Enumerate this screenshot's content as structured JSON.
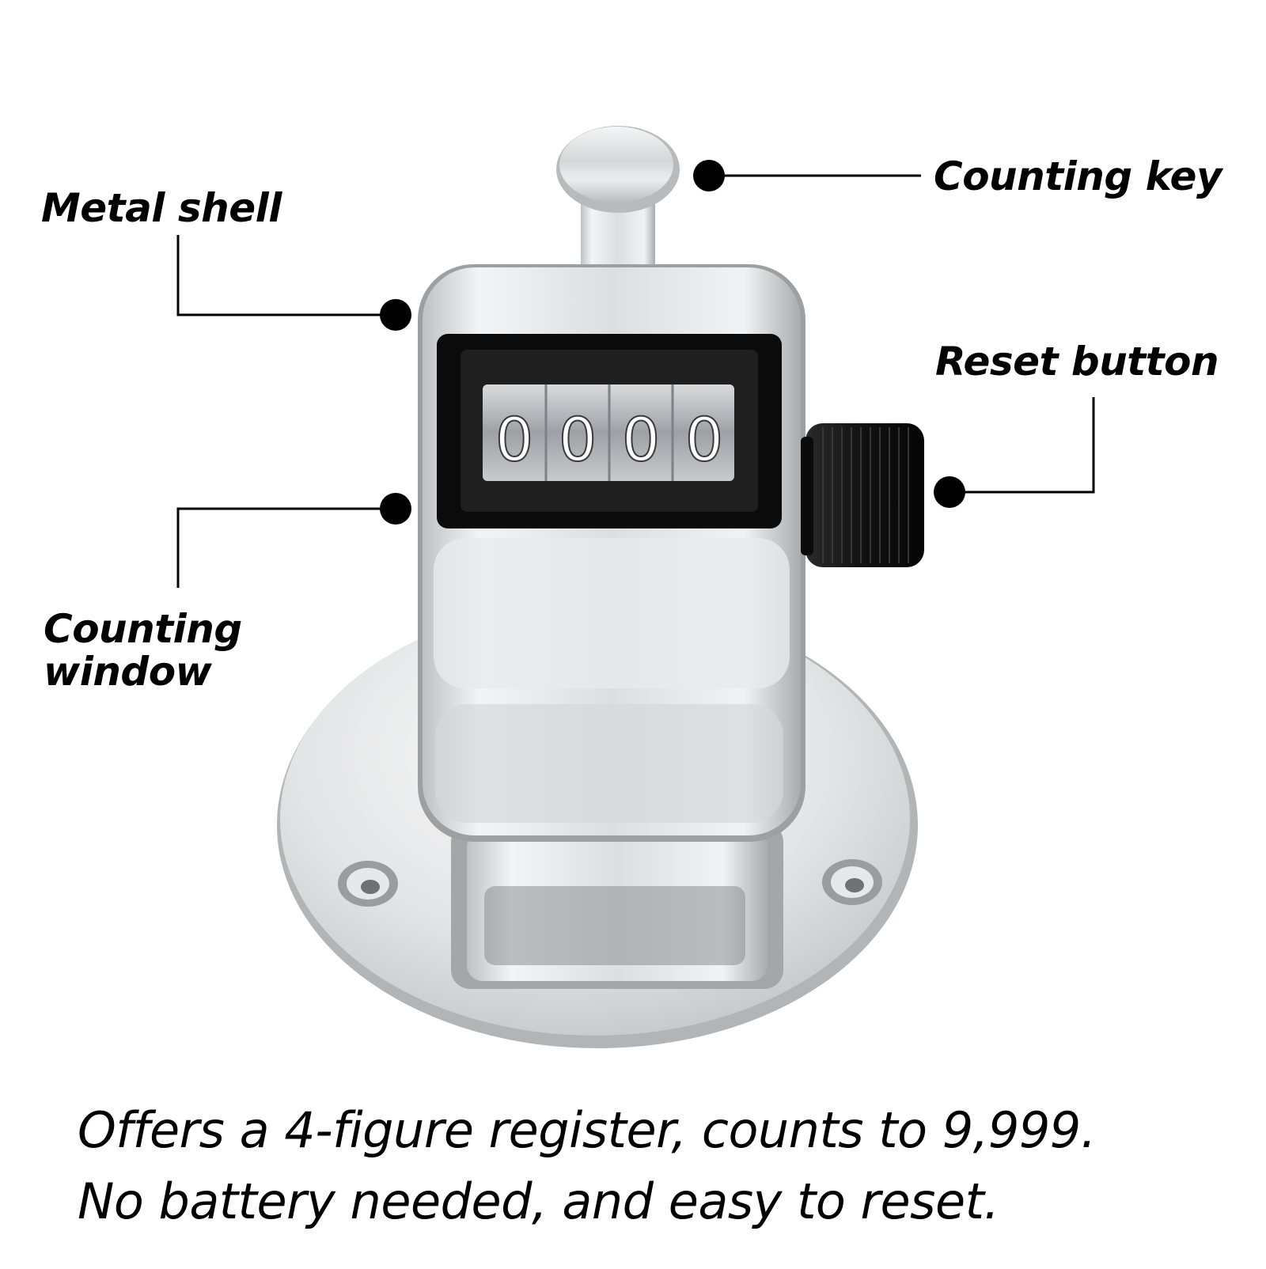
{
  "callouts": {
    "metal_shell": "Metal shell",
    "counting_key": "Counting key",
    "reset_button": "Reset button",
    "counting_window": "Counting window"
  },
  "counter": {
    "digits": [
      "0",
      "0",
      "0",
      "0"
    ]
  },
  "caption": {
    "line1": "Offers a 4-figure register, counts to 9,999.",
    "line2": "No battery needed, and easy to reset."
  }
}
